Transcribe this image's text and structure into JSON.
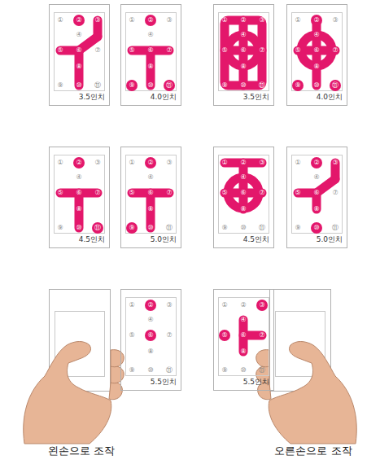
{
  "diagram": {
    "nodes": [
      {
        "text": [
          "①",
          "②",
          "③",
          "④",
          "⑤",
          "⑥",
          "⑦",
          "⑧",
          "⑨",
          "⑩",
          "⑪",
          "3.5인치"
        ]
      },
      {
        "text": [
          "①",
          "②",
          "③",
          "④",
          "⑤",
          "⑥",
          "⑦",
          "⑧",
          "⑨",
          "⑩",
          "⑪",
          "4.0인치"
        ]
      },
      {
        "text": [
          "①",
          "②",
          "③",
          "④",
          "⑤",
          "⑥",
          "⑦",
          "⑧",
          "⑨",
          "⑩",
          "⑪",
          "3.5인치"
        ]
      },
      {
        "text": [
          "①",
          "②",
          "③",
          "④",
          "⑤",
          "⑥",
          "⑦",
          "⑧",
          "⑨",
          "⑩",
          "⑪",
          "4.0인치"
        ]
      },
      {
        "text": [
          "①",
          "②",
          "③",
          "④",
          "⑤",
          "⑥",
          "⑦",
          "⑧",
          "⑨",
          "⑩",
          "⑪",
          "4.5인치"
        ]
      },
      {
        "text": [
          "①",
          "②",
          "③",
          "④",
          "⑤",
          "⑥",
          "⑦",
          "⑧",
          "⑨",
          "⑩",
          "⑪",
          "5.0인치"
        ]
      },
      {
        "text": [
          "①",
          "②",
          "③",
          "④",
          "⑤",
          "⑥",
          "⑦",
          "⑧",
          "⑨",
          "⑩",
          "⑪",
          "4.5인치"
        ]
      },
      {
        "text": [
          "①",
          "②",
          "③",
          "④",
          "⑤",
          "⑥",
          "⑦",
          "⑧",
          "⑨",
          "⑩",
          "⑪",
          "5.0인치"
        ]
      },
      {
        "text": [
          "①",
          "②",
          "③",
          "④",
          "⑤",
          "⑥",
          "⑦",
          "⑧",
          "⑨",
          "⑩",
          "⑪",
          "5.5인치"
        ]
      },
      {
        "text": [
          "①",
          "②",
          "③",
          "④",
          "⑤",
          "⑥",
          "⑦",
          "⑧",
          "⑨",
          "⑩",
          "⑪",
          "5.5인치"
        ]
      }
    ],
    "labels": [
      "왼손으로 조작",
      "오른손으로 조작"
    ]
  }
}
